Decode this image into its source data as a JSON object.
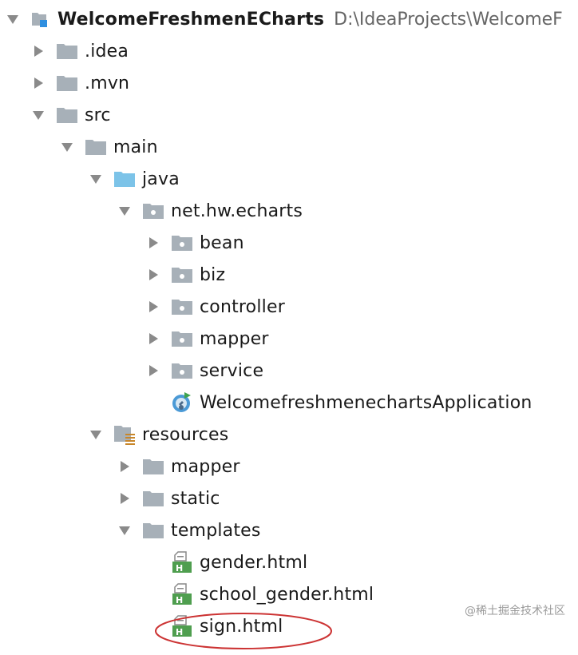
{
  "project": {
    "name": "WelcomeFreshmenECharts",
    "path": "D:\\IdeaProjects\\WelcomeF"
  },
  "tree": {
    "idea": ".idea",
    "mvn": ".mvn",
    "src": "src",
    "main": "main",
    "java": "java",
    "package": "net.hw.echarts",
    "bean": "bean",
    "biz": "biz",
    "controller": "controller",
    "mapper": "mapper",
    "service": "service",
    "app_class": "WelcomefreshmenechartsApplication",
    "resources": "resources",
    "res_mapper": "mapper",
    "static": "static",
    "templates": "templates",
    "gender_html": "gender.html",
    "school_gender_html": "school_gender.html",
    "sign_html": "sign.html"
  },
  "watermark": "@稀土掘金技术社区",
  "colors": {
    "folder": "#a7b0b8",
    "source_folder": "#7cc3e8",
    "arrow": "#8a8a8a",
    "highlight": "#cc3333",
    "html_badge": "#4f9e4f"
  }
}
